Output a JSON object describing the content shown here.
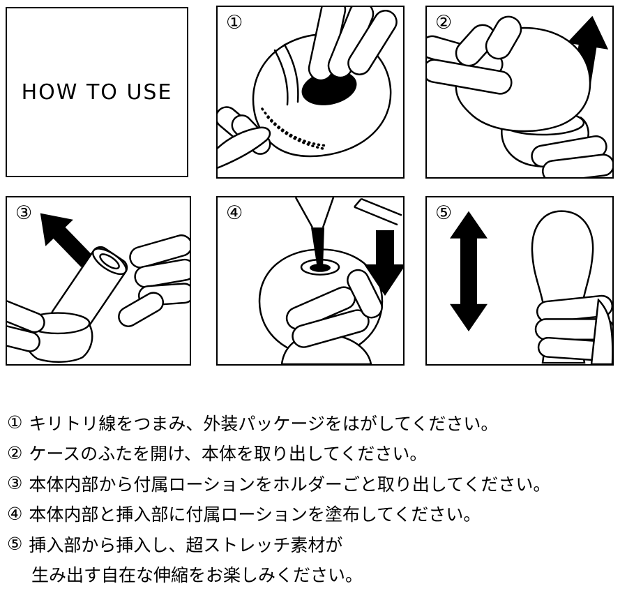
{
  "title": "HOW TO USE",
  "panels": [
    {
      "number": "①"
    },
    {
      "number": "②"
    },
    {
      "number": "③"
    },
    {
      "number": "④"
    },
    {
      "number": "⑤"
    }
  ],
  "instructions": [
    {
      "num": "①",
      "text": "キリトリ線をつまみ、外装パッケージをはがしてください。"
    },
    {
      "num": "②",
      "text": "ケースのふたを開け、本体を取り出してください。"
    },
    {
      "num": "③",
      "text": "本体内部から付属ローションをホルダーごと取り出してください。"
    },
    {
      "num": "④",
      "text": "本体内部と挿入部に付属ローションを塗布してください。"
    },
    {
      "num": "⑤",
      "text": "挿入部から挿入し、超ストレッチ素材が",
      "cont": "生み出す自在な伸縮をお楽しみください。"
    }
  ],
  "colors": {
    "ink": "#000000",
    "background": "#ffffff"
  }
}
